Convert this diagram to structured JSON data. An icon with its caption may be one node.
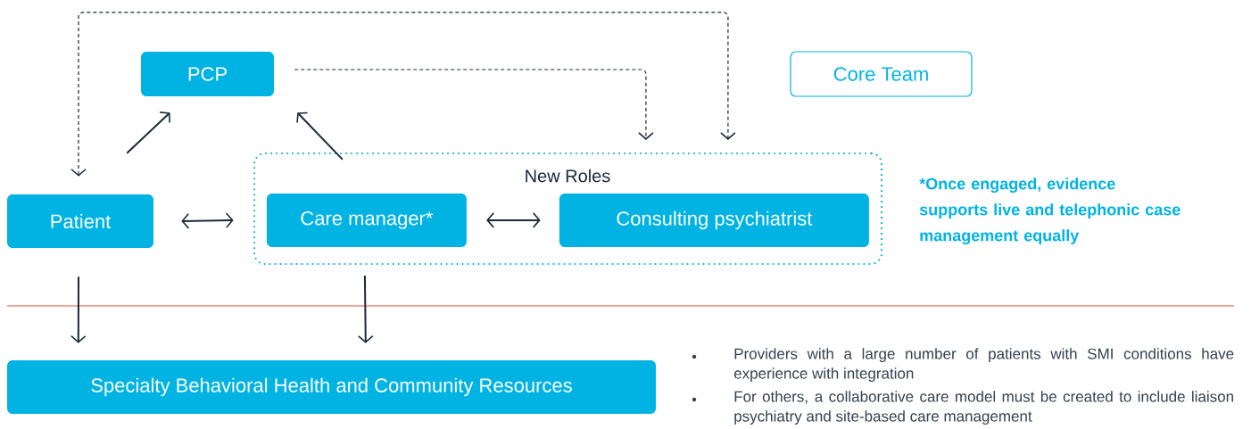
{
  "diagram": {
    "nodes": [
      {
        "text": [
          "PCP"
        ]
      },
      {
        "text": [
          "Core Team"
        ]
      },
      {
        "text": [
          "New Roles"
        ]
      },
      {
        "text": [
          "Patient"
        ]
      },
      {
        "text": [
          "Care manager*"
        ],
        "in": 2
      },
      {
        "text": [
          "Consulting psychiatrist"
        ],
        "in": 2
      },
      {
        "text": [
          "Specialty Behavioral Health and Community Resources"
        ]
      }
    ],
    "edges": [
      {
        "from": 3,
        "to": 0,
        "arrow": "to"
      },
      {
        "from": 2,
        "to": 0,
        "arrow": "to"
      },
      {
        "from": 0,
        "to": 2,
        "arrow": "to",
        "style": "dashed"
      },
      {
        "from": 3,
        "to": 2,
        "arrow": "both",
        "style": "dashed"
      },
      {
        "from": 3,
        "to": 4,
        "arrow": "both"
      },
      {
        "from": 4,
        "to": 5,
        "arrow": "both"
      },
      {
        "from": 3,
        "to": 6,
        "arrow": "to"
      },
      {
        "from": 4,
        "to": 6,
        "arrow": "to"
      }
    ],
    "labels": [
      "*Once engaged, evidence supports live and telephonic case management equally",
      "Providers with a large number of patients with SMI conditions have experience with integration",
      "For others, a collaborative care model must be created to include liaison psychiatry and site-based care management"
    ]
  }
}
